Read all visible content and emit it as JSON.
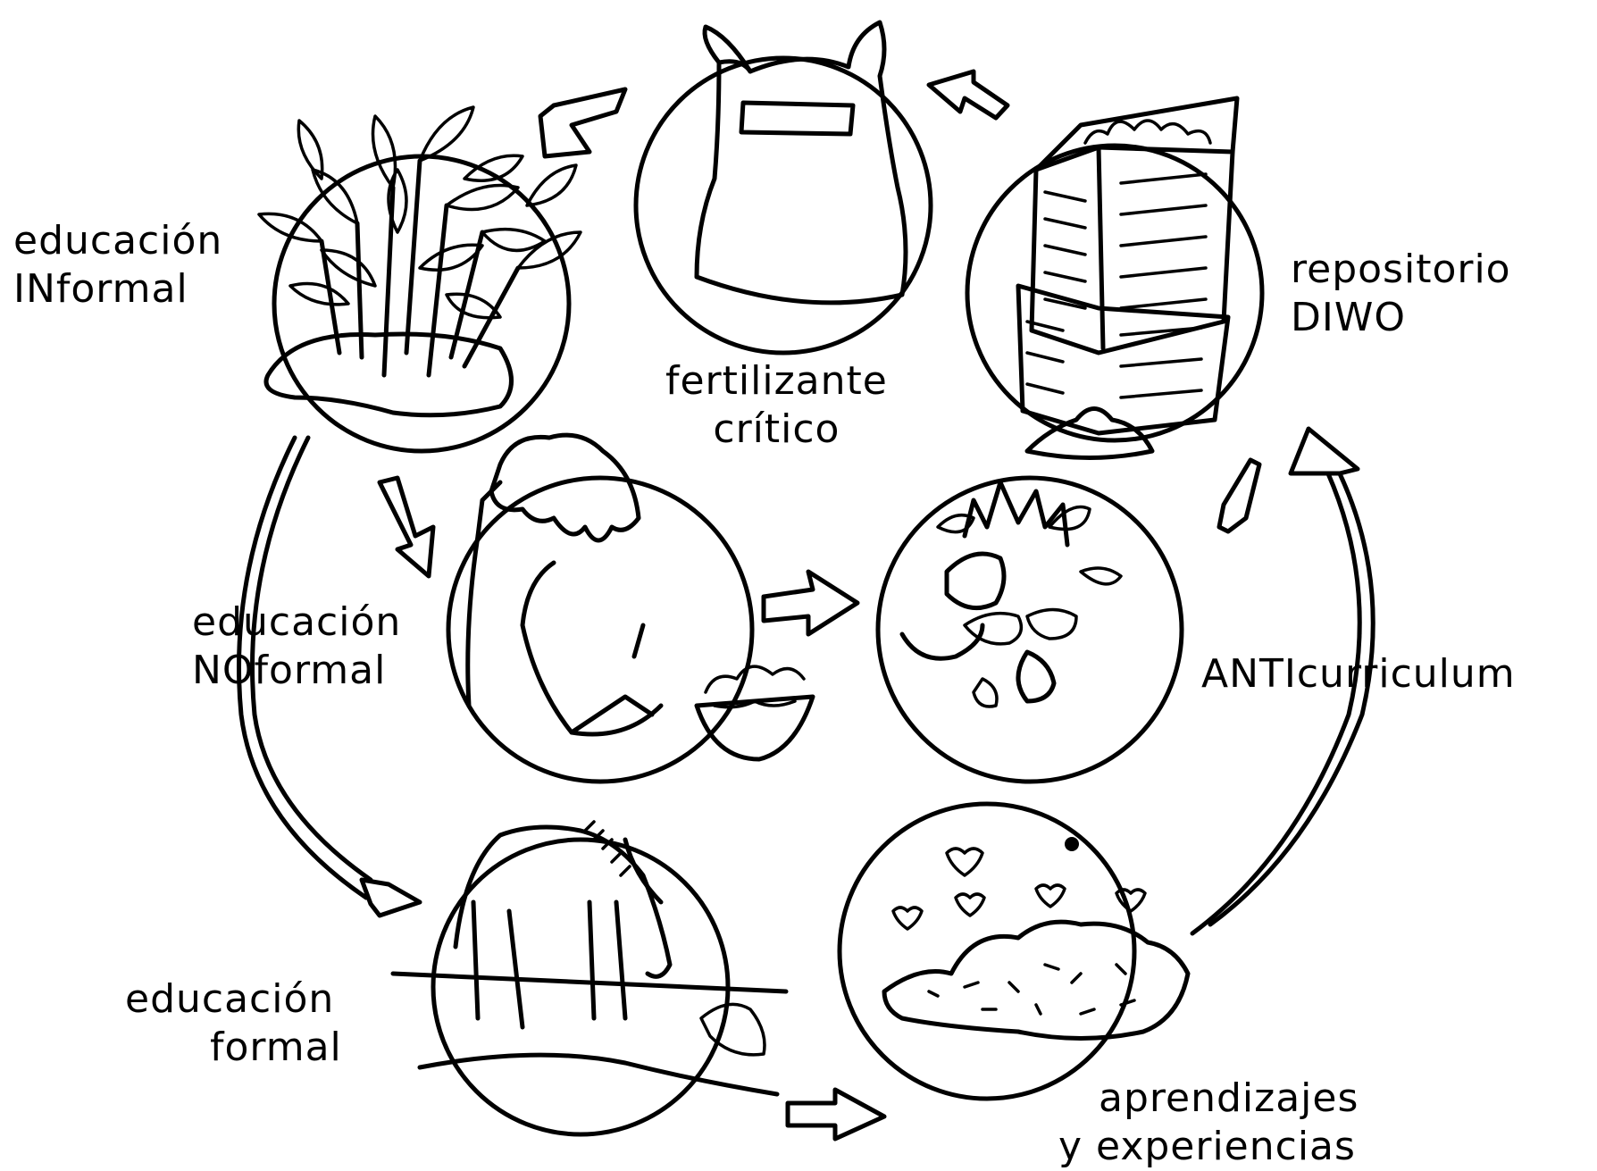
{
  "diagram": {
    "nodes": {
      "informal": {
        "label_line1": "educación",
        "label_line2": "INformal",
        "icon": "plants-icon"
      },
      "fertilizer": {
        "label_line1": "fertilizante",
        "label_line2": "crítico",
        "icon": "fertilizer-sack-icon"
      },
      "repository": {
        "label_line1": "repositorio",
        "label_line2": "DIWO",
        "icon": "compost-bin-icon"
      },
      "nonformal": {
        "label_line1": "educación",
        "label_line2": "NOformal",
        "icon": "person-cutting-vegetables-icon"
      },
      "anticurriculum": {
        "label": "ANTIcurriculum",
        "icon": "vegetable-scraps-icon"
      },
      "formal": {
        "label_line1": "educación",
        "label_line2": "formal",
        "icon": "horse-drinking-icon"
      },
      "learning": {
        "label_line1": "aprendizajes",
        "label_line2": "y experiencias",
        "icon": "compost-pile-icon"
      }
    }
  }
}
